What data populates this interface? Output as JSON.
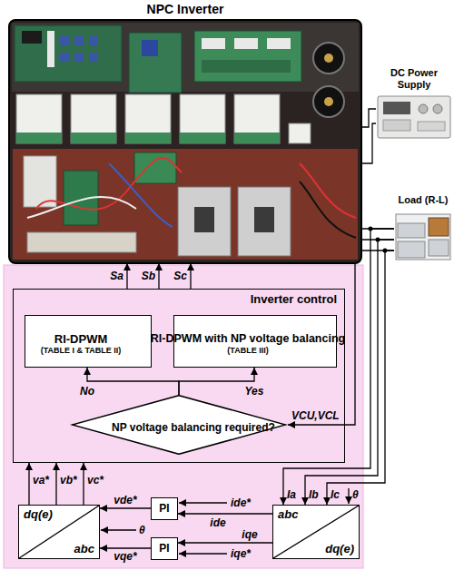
{
  "diagram": {
    "nodes": [
      {
        "text": [
          "NPC Inverter"
        ]
      },
      {
        "text": [
          "DC Power Supply"
        ]
      },
      {
        "text": [
          "Load (R-L)"
        ]
      },
      {
        "text": [
          "Inverter control"
        ]
      },
      {
        "text": [
          "RI-DPWM",
          "(TABLE I & TABLE II)"
        ],
        "in": 3
      },
      {
        "text": [
          "RI-DPWM with NP voltage balancing",
          "(TABLE III)"
        ],
        "in": 3
      },
      {
        "text": [
          "NP voltage balancing required?"
        ],
        "in": 3
      },
      {
        "text": [
          "dq(e)",
          "abc"
        ]
      },
      {
        "text": [
          "PI"
        ]
      },
      {
        "text": [
          "PI"
        ]
      },
      {
        "text": [
          "abc",
          "dq(e)"
        ]
      }
    ],
    "edges": [
      {
        "from": 0,
        "to": 1,
        "arrow": "none"
      },
      {
        "from": 0,
        "to": 1,
        "arrow": "none"
      },
      {
        "from": 0,
        "to": 2,
        "arrow": "none"
      },
      {
        "from": 0,
        "to": 2,
        "arrow": "none"
      },
      {
        "from": 0,
        "to": 2,
        "arrow": "none"
      },
      {
        "from": 3,
        "to": 0,
        "label": "Sa",
        "arrow": "to"
      },
      {
        "from": 3,
        "to": 0,
        "label": "Sb",
        "arrow": "to"
      },
      {
        "from": 3,
        "to": 0,
        "label": "Sc",
        "arrow": "to"
      },
      {
        "from": 6,
        "to": 4,
        "label": "No",
        "arrow": "to"
      },
      {
        "from": 6,
        "to": 5,
        "label": "Yes",
        "arrow": "to"
      },
      {
        "from": 0,
        "to": 6,
        "label": "VCU,VCL",
        "arrow": "to"
      },
      {
        "from": 7,
        "to": 3,
        "label": "va*",
        "arrow": "to"
      },
      {
        "from": 7,
        "to": 3,
        "label": "vb*",
        "arrow": "to"
      },
      {
        "from": 7,
        "to": 3,
        "label": "vc*",
        "arrow": "to"
      },
      {
        "from": 8,
        "to": 7,
        "label": "vde*",
        "arrow": "to"
      },
      {
        "from": 9,
        "to": 7,
        "label": "vqe*",
        "arrow": "to"
      },
      {
        "from": 10,
        "to": 8,
        "label": "ide",
        "arrow": "to"
      },
      {
        "from": 10,
        "to": 9,
        "label": "iqe",
        "arrow": "to"
      },
      {
        "from": 2,
        "to": 10,
        "label": "Ia",
        "arrow": "to"
      },
      {
        "from": 2,
        "to": 10,
        "label": "Ib",
        "arrow": "to"
      },
      {
        "from": 2,
        "to": 10,
        "label": "Ic",
        "arrow": "to"
      }
    ],
    "labels": [
      "θ",
      "ide*",
      "θ",
      "iqe*"
    ]
  }
}
